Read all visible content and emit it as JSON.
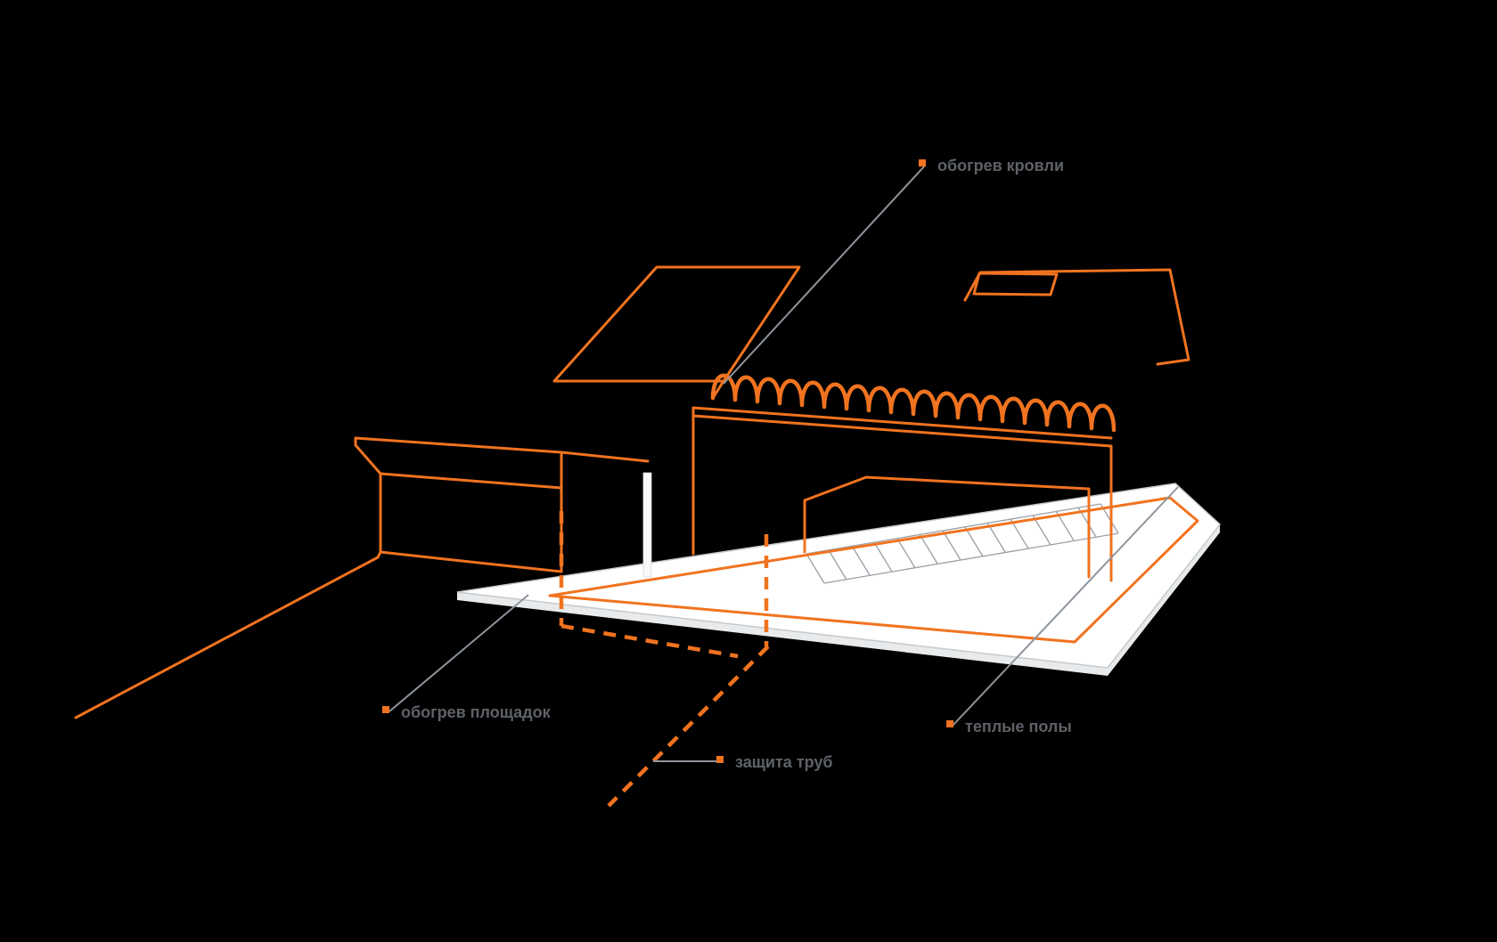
{
  "colors": {
    "background": "#000000",
    "accent": "#F1731F",
    "leader": "#8F959C",
    "hatch": "#9AA0A6",
    "label_text": "#5E6268",
    "floor": "#FFFFFF"
  },
  "labels": {
    "roof_heating": "обогрев кровли",
    "area_heating": "обогрев площадок",
    "floor_heating": "теплые полы",
    "pipe_protection": "защита труб"
  }
}
